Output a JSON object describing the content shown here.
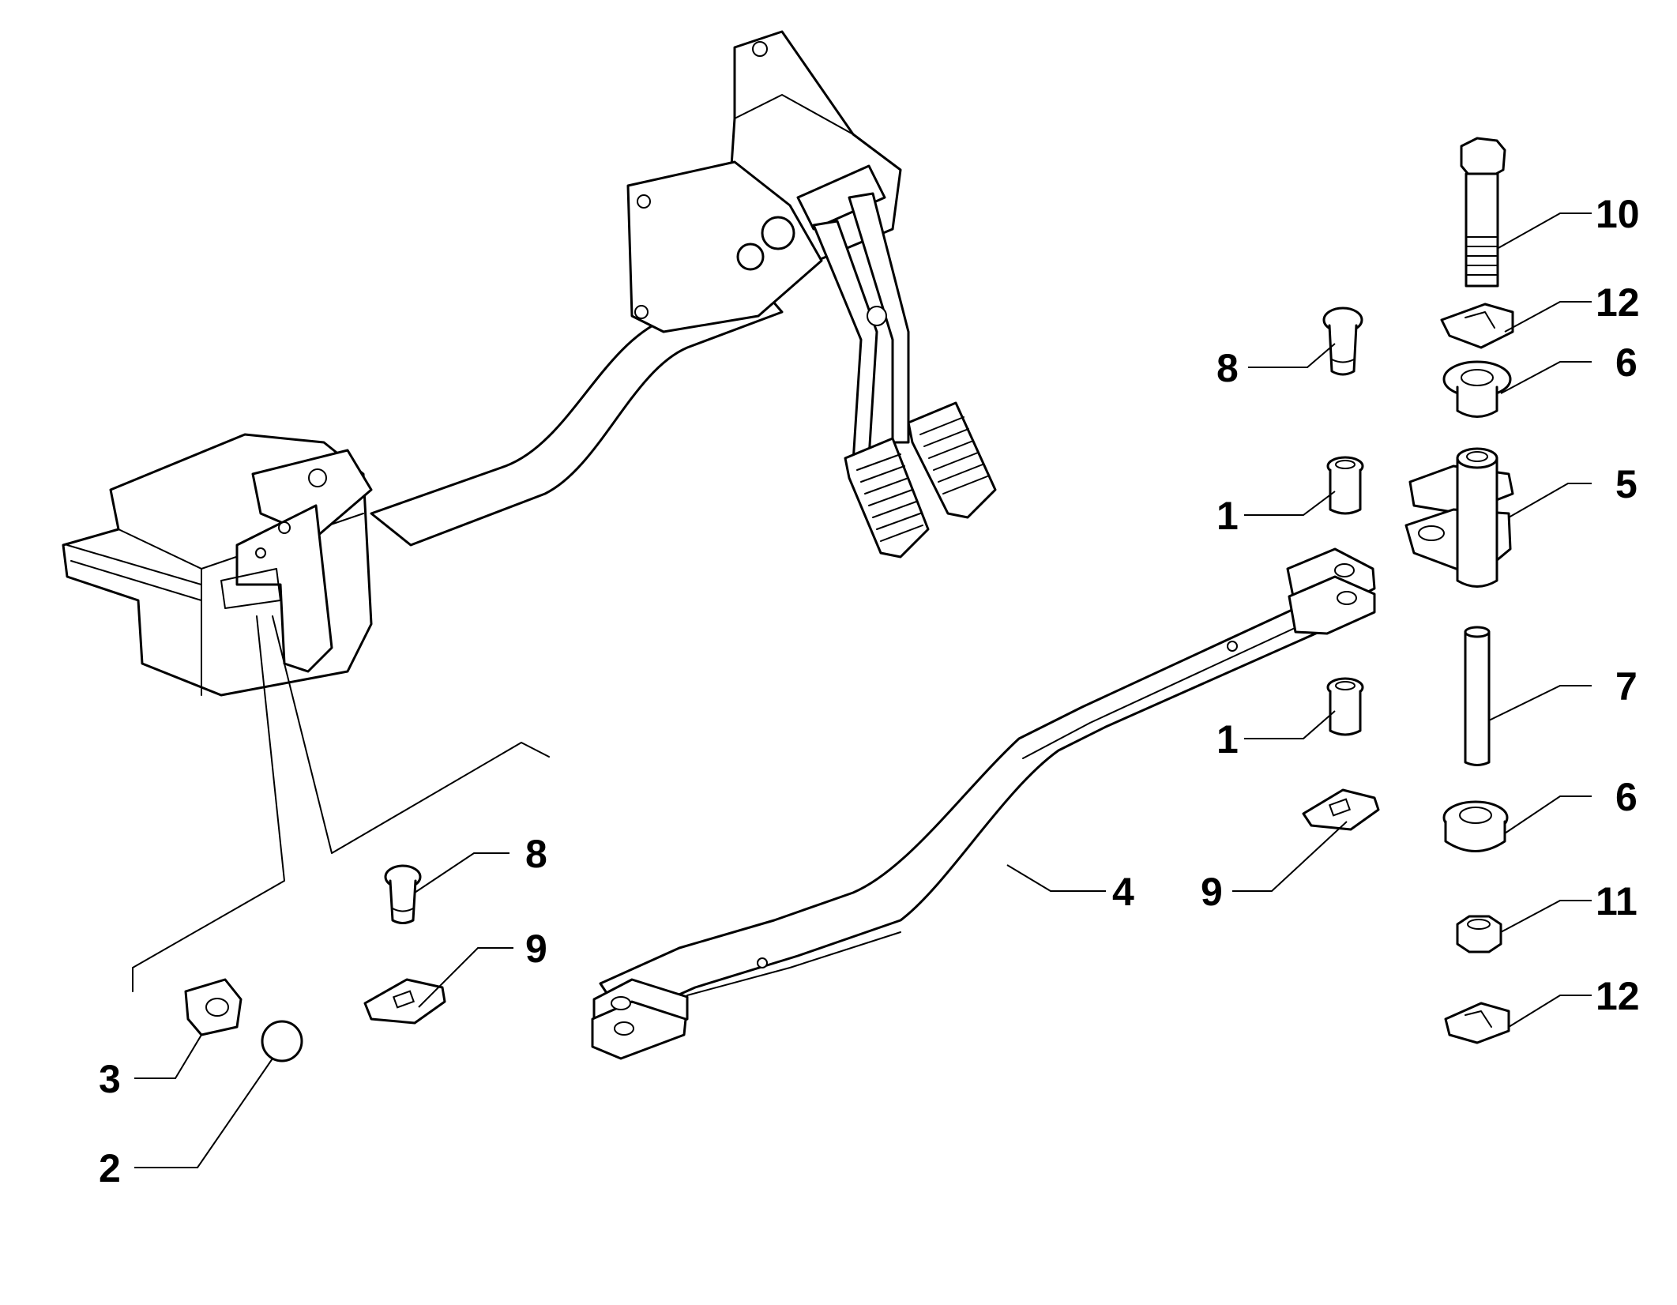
{
  "callouts": {
    "c1a": "1",
    "c1b": "1",
    "c2": "2",
    "c3": "3",
    "c4": "4",
    "c5": "5",
    "c6a": "6",
    "c6b": "6",
    "c7": "7",
    "c8a": "8",
    "c8b": "8",
    "c9a": "9",
    "c9b": "9",
    "c10": "10",
    "c11": "11",
    "c12a": "12",
    "c12b": "12"
  },
  "colors": {
    "line": "#000000",
    "background": "#ffffff"
  }
}
